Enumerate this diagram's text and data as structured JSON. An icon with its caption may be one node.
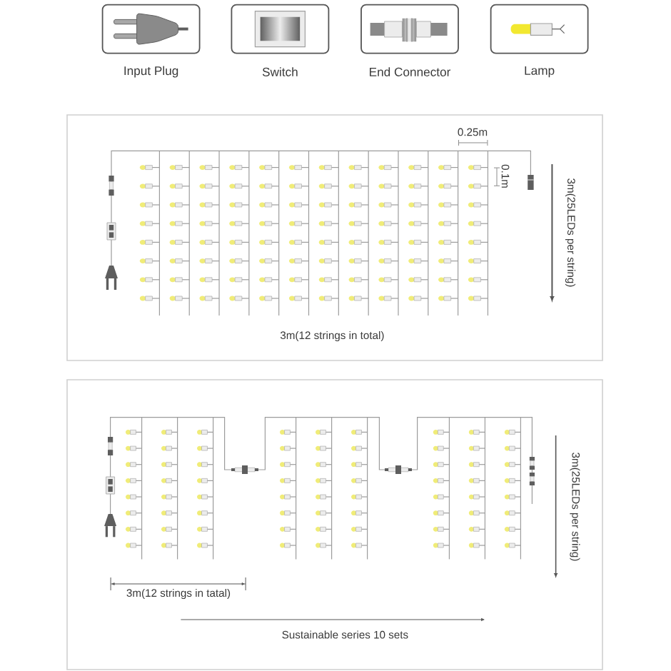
{
  "diagram": {
    "nodes": [
      {
        "text": [
          "Input Plug"
        ]
      },
      {
        "text": [
          "Switch"
        ]
      },
      {
        "text": [
          "End Connector"
        ]
      },
      {
        "text": [
          "Lamp"
        ]
      },
      {
        "text": [
          "0.25m",
          "0.1m",
          "3m(25LEDs per string)",
          "3m(12 strings in total)"
        ]
      },
      {
        "text": [
          "3m(25LEDs per string)",
          "3m(12 strings in tatal)",
          "Sustainable series 10 sets"
        ]
      }
    ]
  }
}
